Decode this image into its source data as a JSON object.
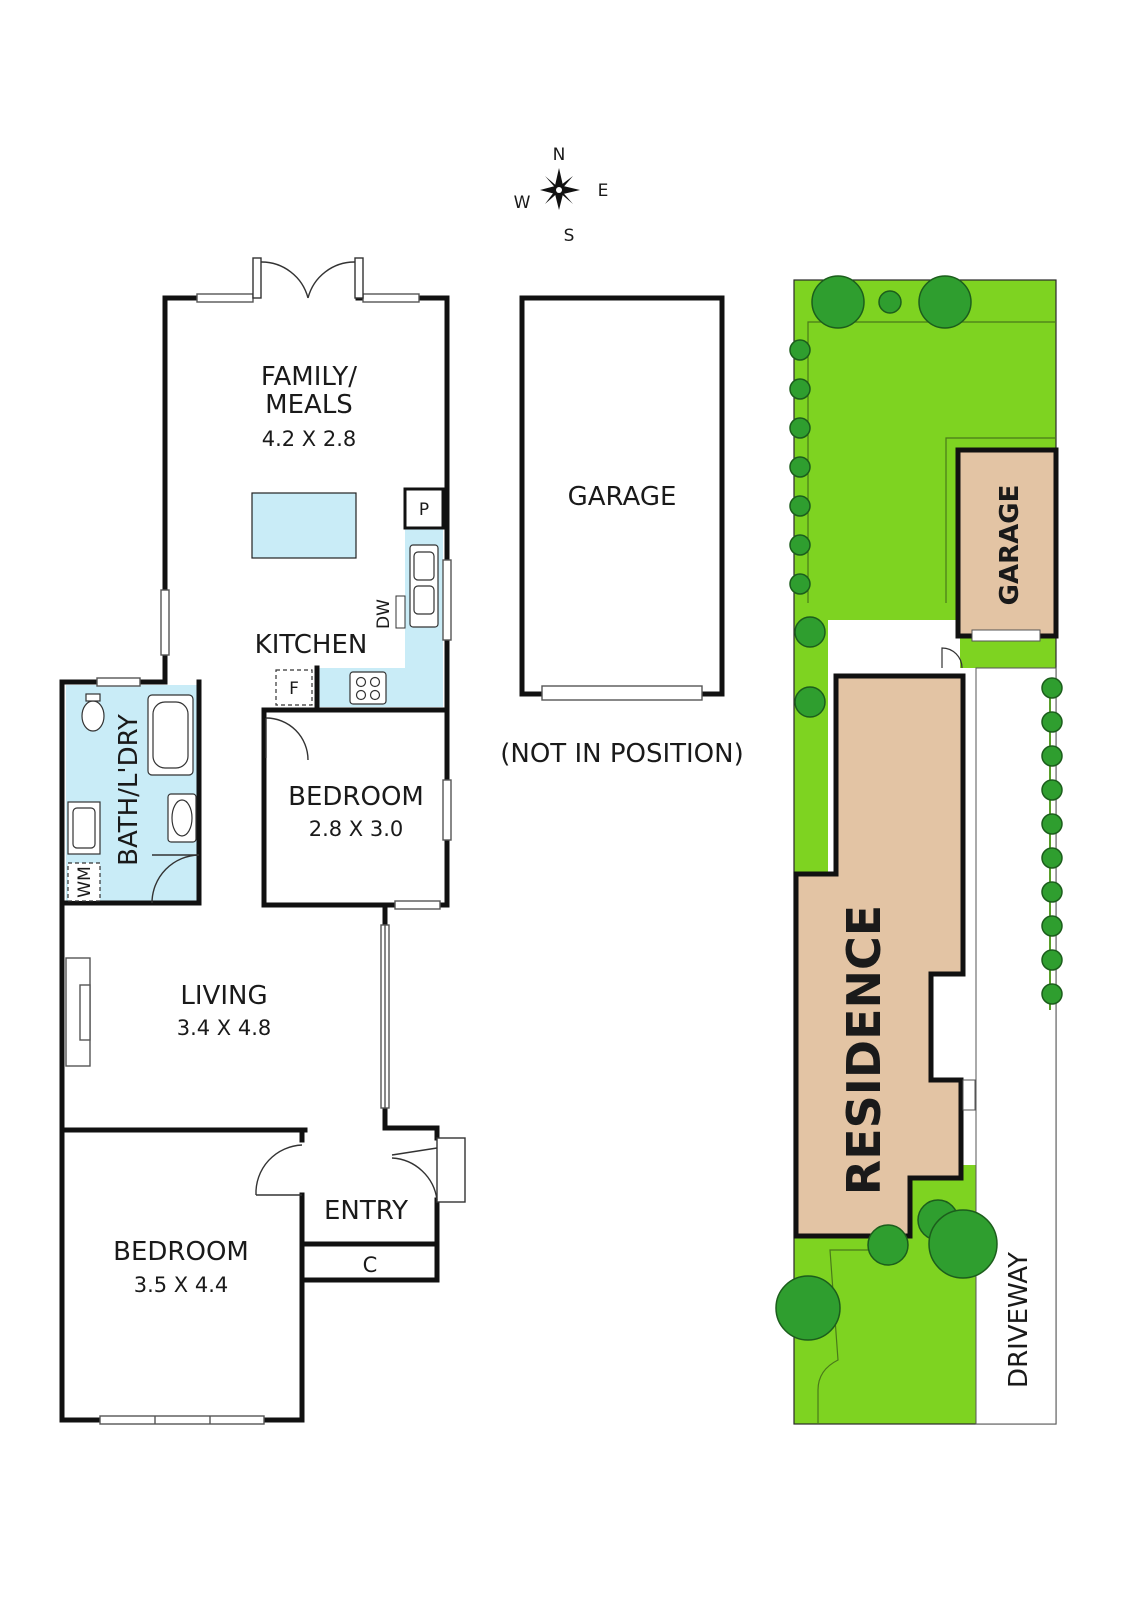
{
  "compass": {
    "n": "N",
    "e": "E",
    "s": "S",
    "w": "W"
  },
  "floorplan": {
    "family_title_1": "FAMILY/",
    "family_title_2": "MEALS",
    "family_dims": "4.2 X 2.8",
    "pantry": "P",
    "dishwasher": "DW",
    "kitchen": "KITCHEN",
    "fridge": "F",
    "bath_laundry": "BATH/L'DRY",
    "washing_machine": "WM",
    "bedroom2_title": "BEDROOM",
    "bedroom2_dims": "2.8 X 3.0",
    "living_title": "LIVING",
    "living_dims": "3.4 X 4.8",
    "entry": "ENTRY",
    "cupboard": "C",
    "bedroom1_title": "BEDROOM",
    "bedroom1_dims": "3.5 X 4.4"
  },
  "garage_detached": {
    "title": "GARAGE",
    "note": "(NOT IN POSITION)"
  },
  "site_plan": {
    "garage": "GARAGE",
    "residence": "RESIDENCE",
    "driveway": "DRIVEWAY"
  },
  "colors": {
    "wall": "#111111",
    "wet_area": "#c9ecf7",
    "lawn": "#7ed321",
    "building": "#e3c4a4",
    "tree": "#2f9e2f"
  }
}
